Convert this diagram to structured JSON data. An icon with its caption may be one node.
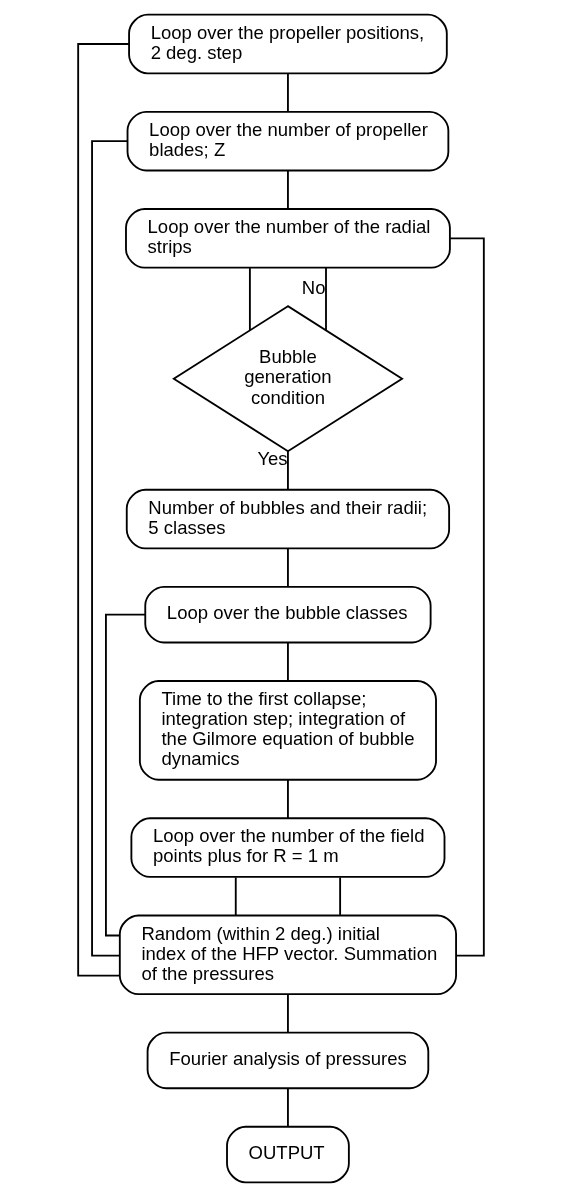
{
  "diagram": {
    "nodes": [
      {
        "text": [
          "Loop over the propeller positions, 2 deg. step"
        ]
      },
      {
        "text": [
          "Loop over the number of propeller blades; Z"
        ]
      },
      {
        "text": [
          "Loop over the number of the radial strips"
        ]
      },
      {
        "text": [
          "Bubble generation condition"
        ]
      },
      {
        "text": [
          "Number of bubbles and their radii; 5 classes"
        ]
      },
      {
        "text": [
          "Loop over the bubble classes"
        ]
      },
      {
        "text": [
          "Time to the first collapse; integration step; integration of the Gilmore equation of bubble dynamics"
        ]
      },
      {
        "text": [
          "Loop over the number of the field points plus for R = 1 m"
        ]
      },
      {
        "text": [
          "Random (within 2 deg.) initial index of the HFP vector. Summation of the pressures"
        ]
      },
      {
        "text": [
          "Fourier analysis of pressures"
        ]
      },
      {
        "text": [
          "OUTPUT"
        ]
      }
    ],
    "edges": [
      {
        "from": 0,
        "to": 1,
        "arrow": "none"
      },
      {
        "from": 1,
        "to": 2,
        "arrow": "none"
      },
      {
        "from": 2,
        "to": 3,
        "arrow": "none"
      },
      {
        "from": 3,
        "to": 2,
        "label": "No",
        "arrow": "none"
      },
      {
        "from": 3,
        "to": 4,
        "label": "Yes",
        "arrow": "none"
      },
      {
        "from": 4,
        "to": 5,
        "arrow": "none"
      },
      {
        "from": 5,
        "to": 6,
        "arrow": "none"
      },
      {
        "from": 6,
        "to": 7,
        "arrow": "none"
      },
      {
        "from": 7,
        "to": 8,
        "arrow": "none"
      },
      {
        "from": 8,
        "to": 7,
        "arrow": "none"
      },
      {
        "from": 8,
        "to": 5,
        "arrow": "none"
      },
      {
        "from": 8,
        "to": 2,
        "arrow": "none"
      },
      {
        "from": 8,
        "to": 1,
        "arrow": "none"
      },
      {
        "from": 8,
        "to": 0,
        "arrow": "none"
      },
      {
        "from": 8,
        "to": 9,
        "arrow": "none"
      },
      {
        "from": 9,
        "to": 10,
        "arrow": "none"
      }
    ]
  }
}
